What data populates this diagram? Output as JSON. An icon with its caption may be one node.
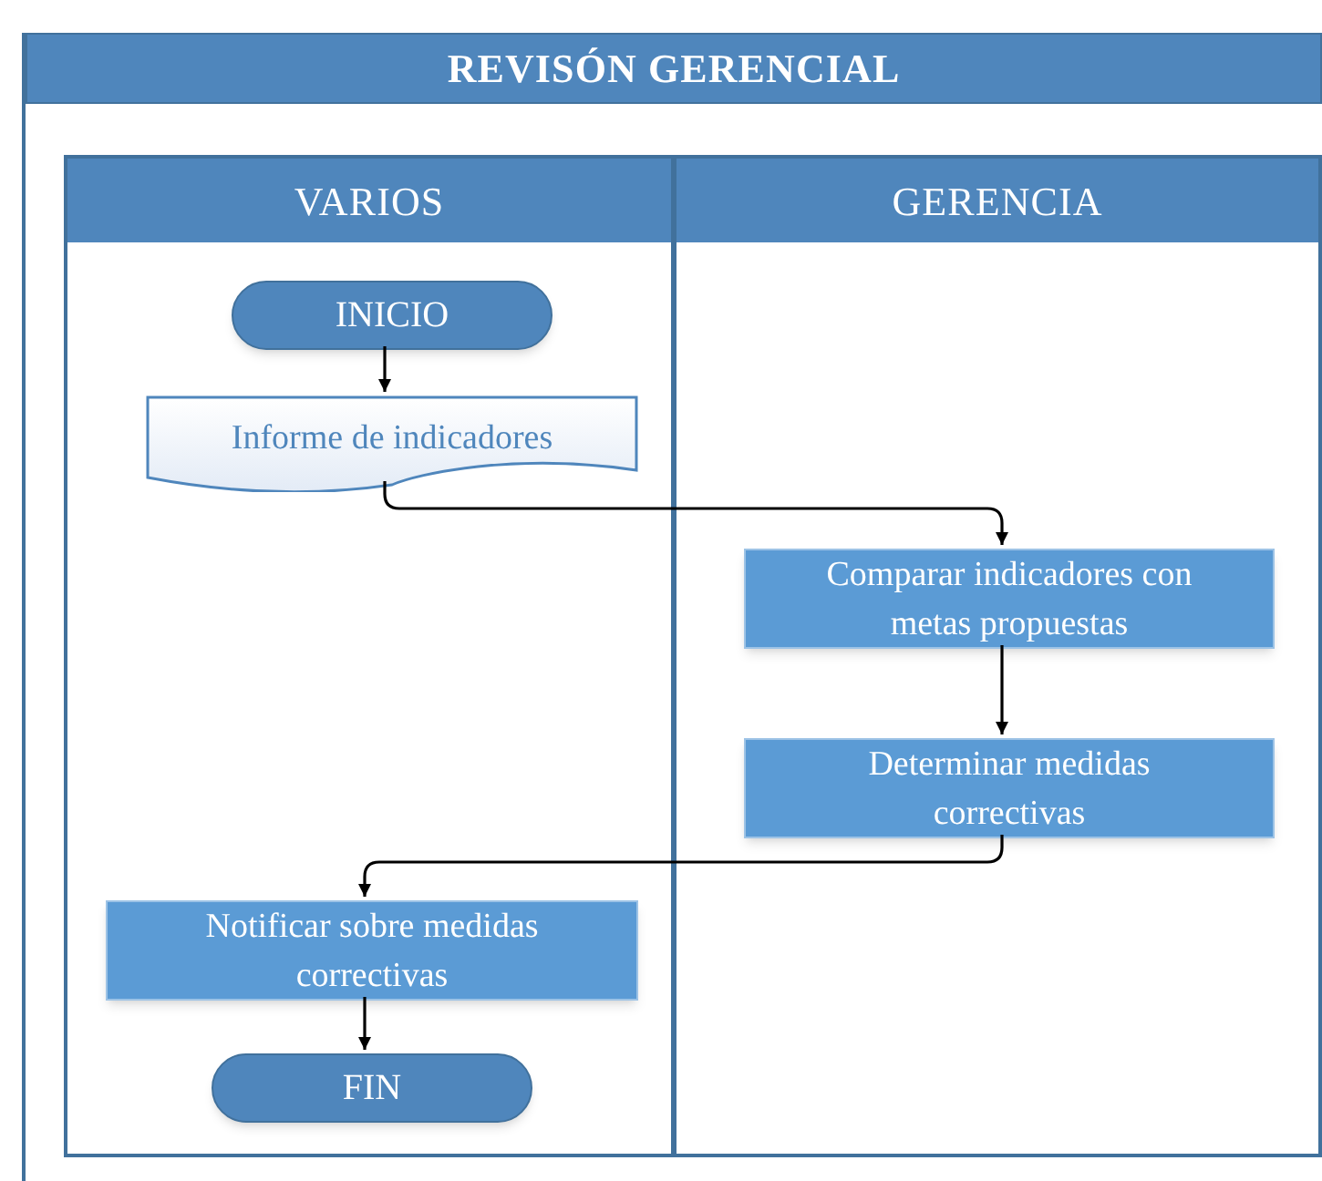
{
  "diagram": {
    "nodes": [
      {
        "text": [
          "REVISÓN GERENCIAL"
        ]
      },
      {
        "text": [
          "VARIOS"
        ],
        "in": 0
      },
      {
        "text": [
          "GERENCIA"
        ],
        "in": 0
      },
      {
        "text": [
          "INICIO"
        ],
        "in": 1
      },
      {
        "text": [
          "Informe de indicadores"
        ],
        "in": 1
      },
      {
        "text": [
          "Comparar indicadores con metas propuestas"
        ],
        "in": 2
      },
      {
        "text": [
          "Determinar medidas correctivas"
        ],
        "in": 2
      },
      {
        "text": [
          "Notificar sobre medidas correctivas"
        ],
        "in": 1
      },
      {
        "text": [
          "FIN"
        ],
        "in": 1
      }
    ],
    "edges": [
      {
        "from": 3,
        "to": 4,
        "arrow": "to"
      },
      {
        "from": 4,
        "to": 5,
        "arrow": "to"
      },
      {
        "from": 5,
        "to": 6,
        "arrow": "to"
      },
      {
        "from": 6,
        "to": 7,
        "arrow": "to"
      },
      {
        "from": 7,
        "to": 8,
        "arrow": "to"
      }
    ]
  }
}
